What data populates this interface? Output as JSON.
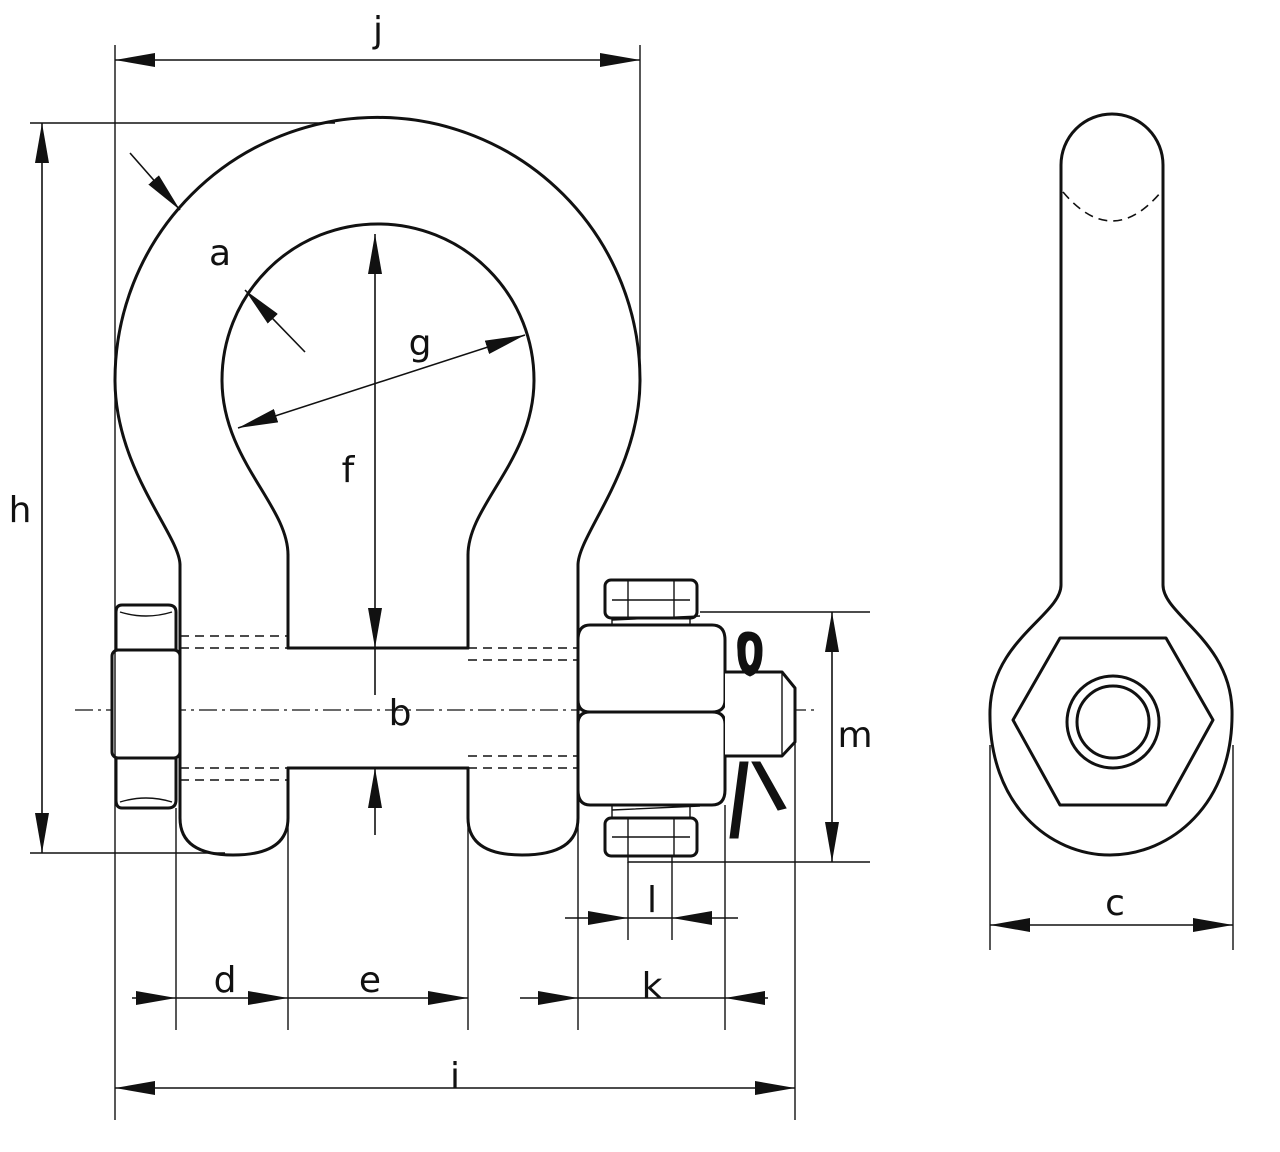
{
  "labels": {
    "a": "a",
    "b": "b",
    "c": "c",
    "d": "d",
    "e": "e",
    "f": "f",
    "g": "g",
    "h": "h",
    "i": "i",
    "j": "j",
    "k": "k",
    "l": "l",
    "m": "m"
  }
}
